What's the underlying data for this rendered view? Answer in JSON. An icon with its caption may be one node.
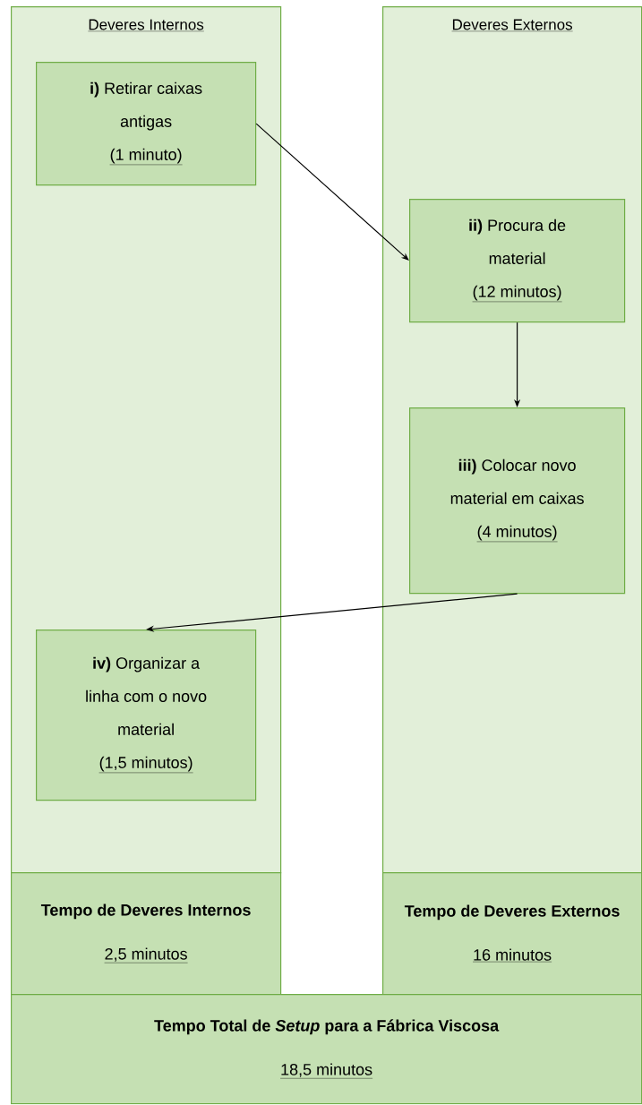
{
  "diagram": {
    "nodes": [
      {
        "text": [
          "Deveres Internos"
        ]
      },
      {
        "text": [
          "**i)** Retirar caixas antigas",
          "(1 minuto)"
        ],
        "in": 0
      },
      {
        "text": [
          "**iv)** Organizar a linha com o novo material",
          "(1,5 minutos)"
        ],
        "in": 0
      },
      {
        "text": [
          "Deveres Externos"
        ]
      },
      {
        "text": [
          "**ii)** Procura de material",
          "(12 minutos)"
        ],
        "in": 3
      },
      {
        "text": [
          "**iii)** Colocar novo material em caixas",
          "(4 minutos)"
        ],
        "in": 3
      },
      {
        "text": [
          "Tempo de Deveres Internos",
          "2,5 minutos"
        ]
      },
      {
        "text": [
          "Tempo de Deveres Externos",
          "16 minutos"
        ]
      },
      {
        "text": [
          "Tempo Total de *Setup* para a Fábrica Viscosa",
          "18,5 minutos"
        ]
      }
    ],
    "edges": [
      {
        "from": 1,
        "to": 4,
        "arrow": "to"
      },
      {
        "from": 4,
        "to": 5,
        "arrow": "to"
      },
      {
        "from": 5,
        "to": 2,
        "arrow": "to"
      }
    ]
  }
}
